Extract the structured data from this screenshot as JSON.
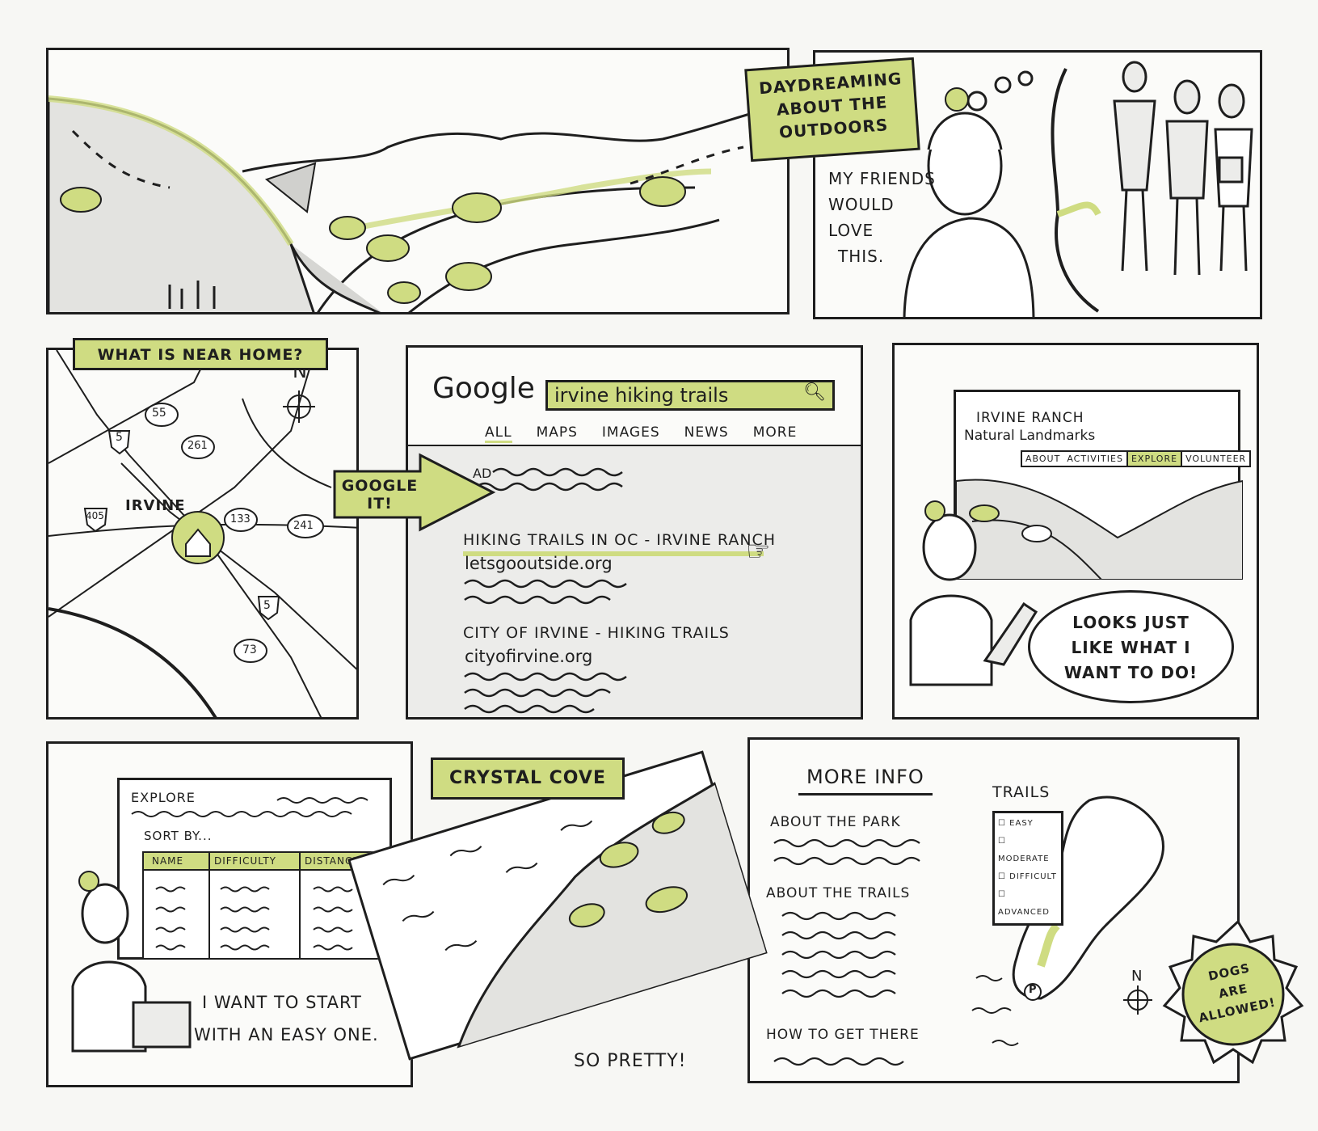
{
  "colors": {
    "accent": "#cfdc82",
    "ink": "#1e1e1e",
    "paper": "#f7f7f4",
    "shade": "#d9d9d6"
  },
  "panel1": {
    "caption": "DAYDREAMING ABOUT THE OUTDOORS"
  },
  "panel2": {
    "thought": [
      "MY FRIENDS",
      "WOULD",
      "LOVE",
      "THIS."
    ]
  },
  "panel3": {
    "title": "WHAT IS NEAR HOME?",
    "compass": "N",
    "city": "IRVINE",
    "highways": [
      "55",
      "5",
      "261",
      "405",
      "133",
      "241",
      "5",
      "73"
    ]
  },
  "arrow": {
    "label_line1": "GOOGLE",
    "label_line2": "IT!"
  },
  "panel4": {
    "logo": "Google",
    "query": "irvine hiking trails",
    "tabs": [
      "ALL",
      "MAPS",
      "IMAGES",
      "NEWS",
      "MORE"
    ],
    "ad_label": "AD",
    "results": [
      {
        "title": "HIKING TRAILS IN OC - IRVINE RANCH",
        "url": "letsgooutside.org"
      },
      {
        "title": "CITY OF IRVINE - HIKING TRAILS",
        "url": "cityofirvine.org"
      }
    ]
  },
  "panel5": {
    "site_title_line1": "IRVINE RANCH",
    "site_title_line2": "Natural Landmarks",
    "nav": [
      "ABOUT",
      "ACTIVITIES",
      "EXPLORE",
      "VOLUNTEER"
    ],
    "speech": [
      "LOOKS JUST",
      "LIKE WHAT I",
      "WANT TO DO!"
    ]
  },
  "panel6": {
    "heading": "EXPLORE",
    "sort_label": "SORT BY...",
    "columns": [
      "NAME",
      "DIFFICULTY",
      "DISTANCE"
    ],
    "caption_line1": "I WANT TO START",
    "caption_line2": "WITH AN EASY ONE."
  },
  "panel7": {
    "title": "CRYSTAL COVE",
    "caption": "SO PRETTY!"
  },
  "panel8": {
    "heading": "MORE INFO",
    "sections": [
      "ABOUT THE PARK",
      "ABOUT THE TRAILS",
      "HOW TO GET THERE"
    ],
    "trails_heading": "TRAILS",
    "trail_filters": [
      "EASY",
      "MODERATE",
      "DIFFICULT",
      "ADVANCED"
    ],
    "compass": "N",
    "parking_icon": "P",
    "badge": [
      "DOGS",
      "ARE",
      "ALLOWED!"
    ]
  }
}
